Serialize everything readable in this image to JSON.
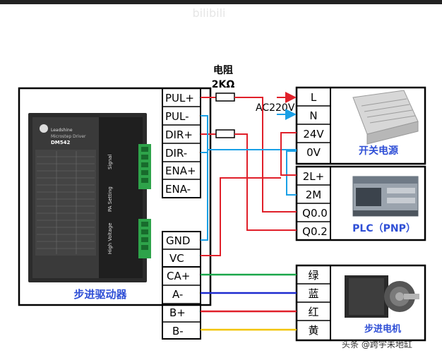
{
  "watermark_top": "bilibili",
  "resistor_label_line1": "电阻",
  "resistor_label_line2": "2KΩ",
  "ac_label": "AC220V",
  "driver": {
    "caption": "步进驱动器",
    "brand": "Leadshine",
    "model": "DM542",
    "model_sub": "Microstep Driver",
    "signal_label": "Signal",
    "setting_label": "PA Setting",
    "voltage_label": "High Voltage",
    "left_terminals": [
      "PUL+",
      "PUL-",
      "DIR+",
      "DIR-",
      "ENA+",
      "ENA-"
    ],
    "power_terminals": [
      "GND",
      "VC"
    ],
    "motor_terminals": [
      "CA+",
      "A-",
      "B+",
      "B-"
    ]
  },
  "power_supply": {
    "terminals": [
      "L",
      "N",
      "24V",
      "0V"
    ],
    "caption": "开关电源"
  },
  "plc": {
    "terminals": [
      "2L+",
      "2M",
      "Q0.0",
      "Q0.2"
    ],
    "caption": "PLC（PNP）"
  },
  "motor": {
    "terminals": [
      "绿",
      "蓝",
      "红",
      "黄"
    ],
    "caption": "步进电机"
  },
  "watermark_bottom": "头条 @跨宇未地缸",
  "colors": {
    "red": "#e0202a",
    "blue": "#1aa0e6",
    "green": "#1aa64a",
    "navy": "#1e2bd0",
    "yellow": "#f2c400",
    "caption_blue": "#2f4fd6",
    "frame": "#000000"
  }
}
